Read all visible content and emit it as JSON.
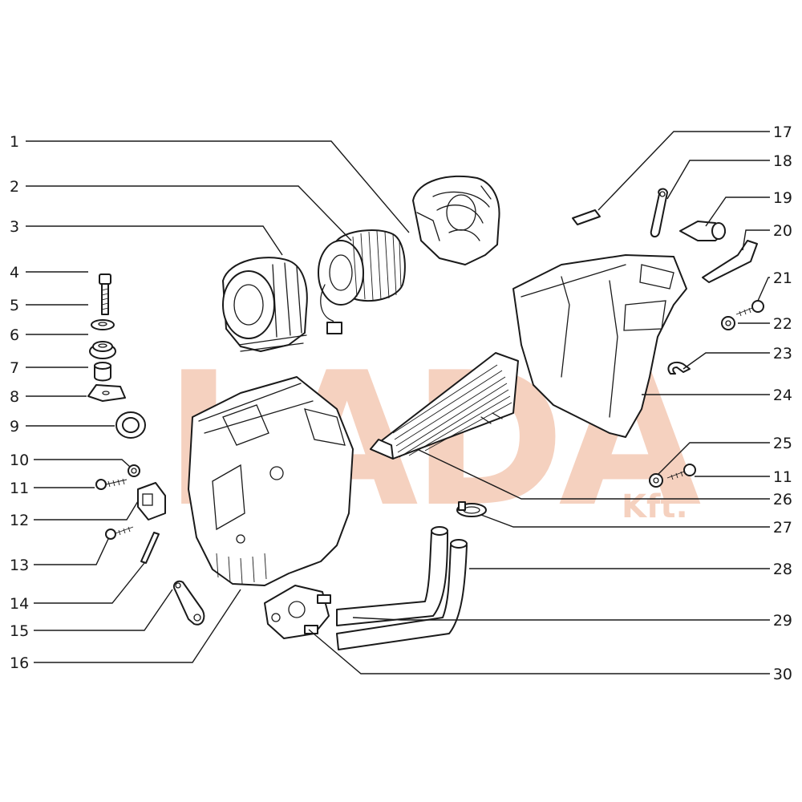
{
  "watermark": {
    "text": "LADA",
    "subtext": "Kft.",
    "color": "#f4c9b4"
  },
  "callouts": [
    {
      "num": "1"
    },
    {
      "num": "2"
    },
    {
      "num": "3"
    },
    {
      "num": "4"
    },
    {
      "num": "5"
    },
    {
      "num": "6"
    },
    {
      "num": "7"
    },
    {
      "num": "8"
    },
    {
      "num": "9"
    },
    {
      "num": "10"
    },
    {
      "num": "11"
    },
    {
      "num": "12"
    },
    {
      "num": "13"
    },
    {
      "num": "14"
    },
    {
      "num": "15"
    },
    {
      "num": "16"
    },
    {
      "num": "17"
    },
    {
      "num": "18"
    },
    {
      "num": "19"
    },
    {
      "num": "20"
    },
    {
      "num": "21"
    },
    {
      "num": "22"
    },
    {
      "num": "23"
    },
    {
      "num": "24"
    },
    {
      "num": "25"
    },
    {
      "num": "11"
    },
    {
      "num": "26"
    },
    {
      "num": "27"
    },
    {
      "num": "28"
    },
    {
      "num": "29"
    },
    {
      "num": "30"
    }
  ],
  "colors": {
    "ink": "#1a1a1a",
    "paper": "#ffffff"
  }
}
